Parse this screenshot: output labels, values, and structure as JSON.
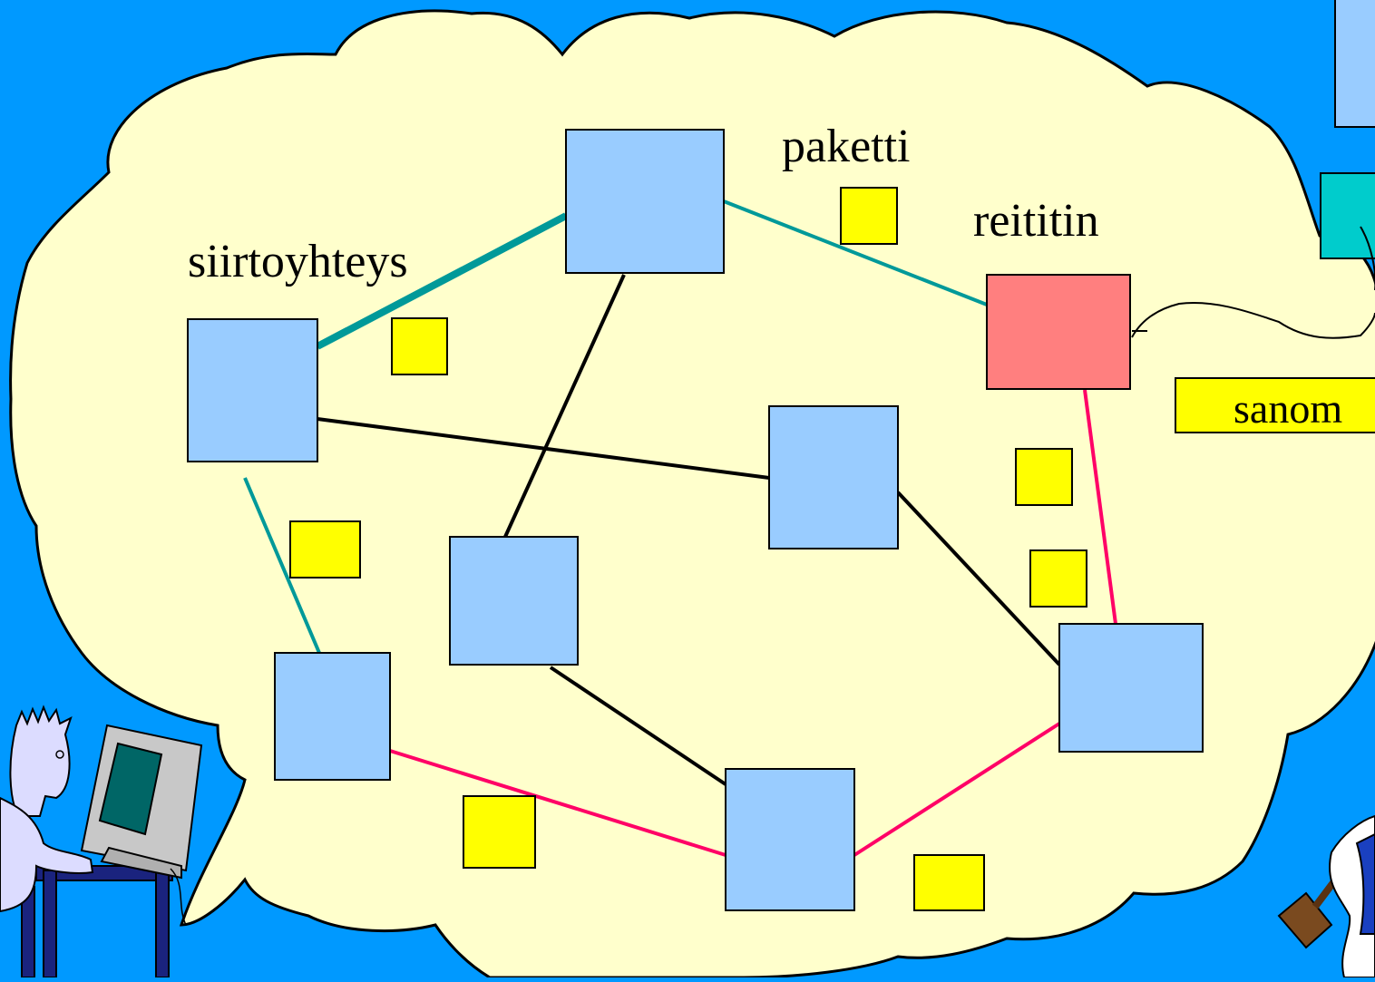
{
  "colors": {
    "background": "#0099ff",
    "cloud": "#ffffcc",
    "node": "#99ccff",
    "router": "#ff7f7f",
    "packet": "#ffff00",
    "link_normal": "#000000",
    "link_teal": "#009999",
    "link_route": "#ff0066",
    "secondary_box": "#00cccc"
  },
  "labels": {
    "link": "siirtoyhteys",
    "packet": "paketti",
    "router": "reititin",
    "message": "sanom"
  },
  "icons": {
    "user": "user-at-computer-icon",
    "receiver": "figure-with-hammer-icon"
  }
}
